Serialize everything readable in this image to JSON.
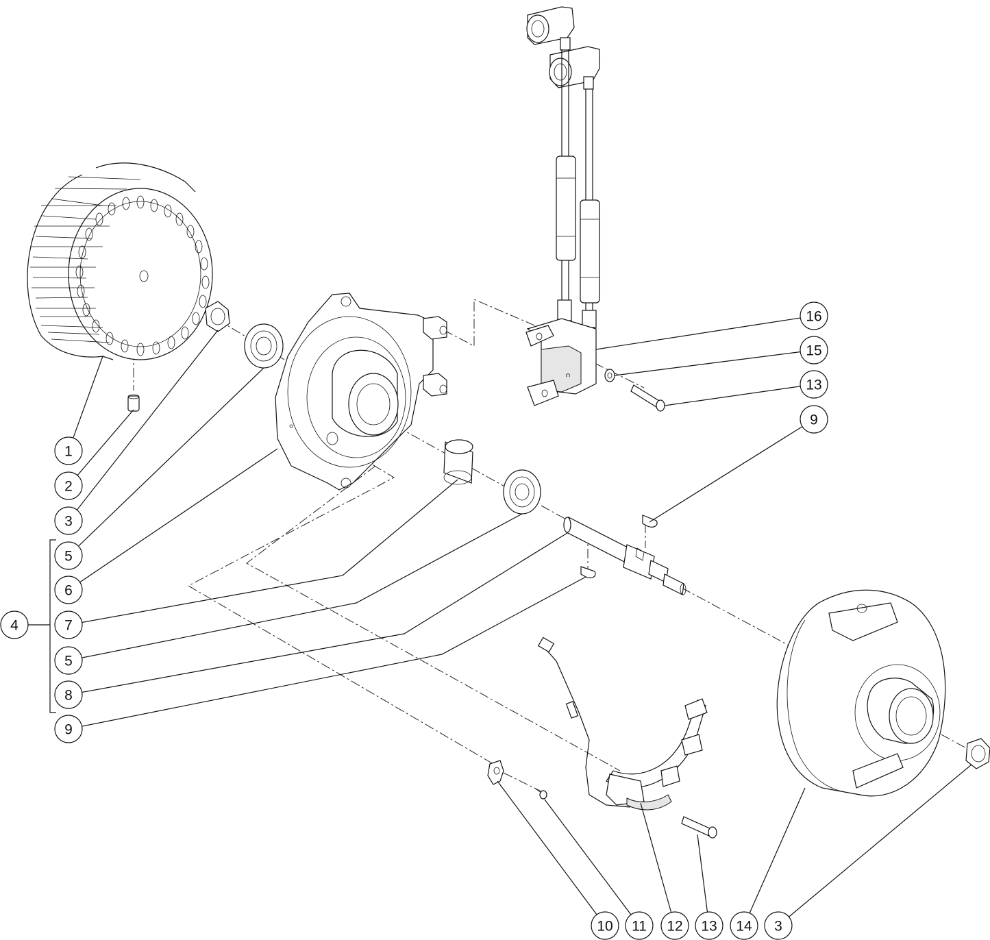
{
  "balloons": [
    {
      "id": "b1",
      "label": "1"
    },
    {
      "id": "b2",
      "label": "2"
    },
    {
      "id": "b3a",
      "label": "3"
    },
    {
      "id": "b5a",
      "label": "5"
    },
    {
      "id": "b6",
      "label": "6"
    },
    {
      "id": "b4",
      "label": "4"
    },
    {
      "id": "b7",
      "label": "7"
    },
    {
      "id": "b5b",
      "label": "5"
    },
    {
      "id": "b8",
      "label": "8"
    },
    {
      "id": "b9a",
      "label": "9"
    },
    {
      "id": "b16",
      "label": "16"
    },
    {
      "id": "b15",
      "label": "15"
    },
    {
      "id": "b13a",
      "label": "13"
    },
    {
      "id": "b9b",
      "label": "9"
    },
    {
      "id": "b10",
      "label": "10"
    },
    {
      "id": "b11",
      "label": "11"
    },
    {
      "id": "b12",
      "label": "12"
    },
    {
      "id": "b13b",
      "label": "13"
    },
    {
      "id": "b14",
      "label": "14"
    },
    {
      "id": "b3b",
      "label": "3"
    }
  ],
  "ignition_label": "C"
}
